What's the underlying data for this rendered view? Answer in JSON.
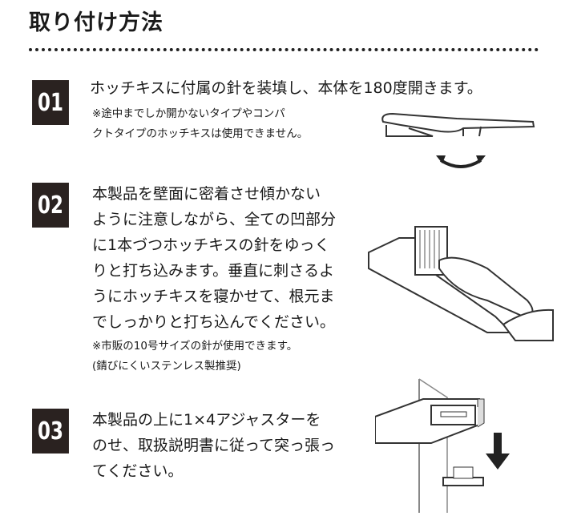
{
  "title": "取り付け方法",
  "steps": [
    {
      "number": "01",
      "text": "ホッチキスに付属の針を装填し、本体を180度開きます。",
      "note": "※途中までしか開かないタイプやコンパ\nクトタイプのホッチキスは使用できません。"
    },
    {
      "number": "02",
      "text": "本製品を壁面に密着させ傾かない\nように注意しながら、全ての凹部分\nに1本づつホッチキスの針をゆっく\nりと打ち込みます。垂直に刺さるよ\nうにホッチキスを寝かせて、根元ま\nでしっかりと打ち込んでください。",
      "note": "※市販の10号サイズの針が使用できます。\n(錆びにくいステンレス製推奨)"
    },
    {
      "number": "03",
      "text": "本製品の上に1×4アジャスターを\nのせ、取扱説明書に従って突っ張っ\nてください。"
    }
  ]
}
